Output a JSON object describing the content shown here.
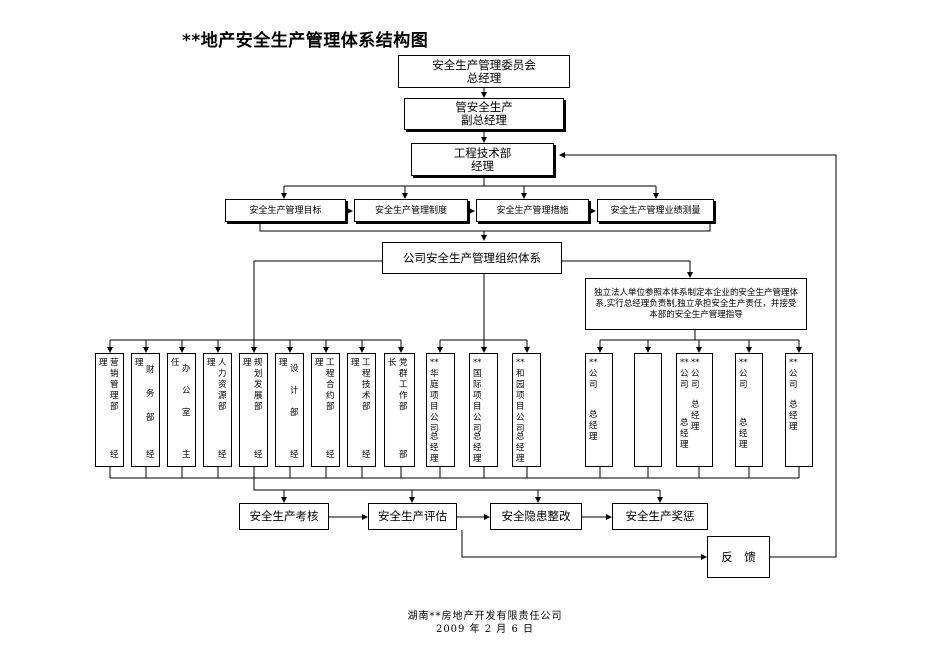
{
  "title": "**地产安全生产管理体系结构图",
  "top": {
    "committee": {
      "line1": "安全生产管理委员会",
      "line2": "总经理"
    },
    "deputy": {
      "line1": "管安全生产",
      "line2": "副总经理"
    },
    "engineering": {
      "line1": "工程技术部",
      "line2": "经理"
    }
  },
  "management_items": [
    "安全生产管理目标",
    "安全生产管理制度",
    "安全生产管理措施",
    "安全生产管理业绩测量"
  ],
  "org_system": "公司安全生产管理组织体系",
  "independent_note": "独立法人单位参照本体系制定本企业的安全生产管理体系,实行总经理负责制,独立承担安全生产责任，并接受本部的安全生产管理指导",
  "departments": [
    {
      "col1": "理",
      "col2": "营销管理部",
      "bottom": "经"
    },
    {
      "col1": "理",
      "col2": "财务部",
      "bottom": "经"
    },
    {
      "col1": "任",
      "col2": "办公室",
      "bottom": "主"
    },
    {
      "col1": "理",
      "col2": "人力资源部",
      "bottom": "经"
    },
    {
      "col1": "理",
      "col2": "规划发展部",
      "bottom": "经"
    },
    {
      "col1": "理",
      "col2": "设计部",
      "bottom": "经"
    },
    {
      "col1": "理",
      "col2": "工程合约部",
      "bottom": "经"
    },
    {
      "col1": "理",
      "col2": "工程技术部",
      "bottom": "经"
    },
    {
      "col1": "长",
      "col2": "党群工作部",
      "bottom": "部"
    }
  ],
  "projects": [
    {
      "text": "**华庭项目公司",
      "bottom": "总经理"
    },
    {
      "text": "**国际项目公司",
      "bottom": "总经理"
    },
    {
      "text": "**和园项目公司",
      "bottom": "总经理"
    }
  ],
  "companies": [
    {
      "a": "**公司",
      "b": "总经理"
    },
    {
      "a": "",
      "b": ""
    },
    {
      "a": "**公司",
      "b": "总经理",
      "c": "**公司",
      "d": "总经理"
    },
    {
      "a": "**公司",
      "b": "总经理"
    },
    {
      "a": "**公司",
      "b": "总经理"
    }
  ],
  "process": [
    "安全生产考核",
    "安全生产评估",
    "安全隐患整改",
    "安全生产奖惩"
  ],
  "feedback": "反　馈",
  "footer": {
    "company": "湖南**房地产开发有限责任公司",
    "date": "2009 年 2 月 6 日"
  }
}
